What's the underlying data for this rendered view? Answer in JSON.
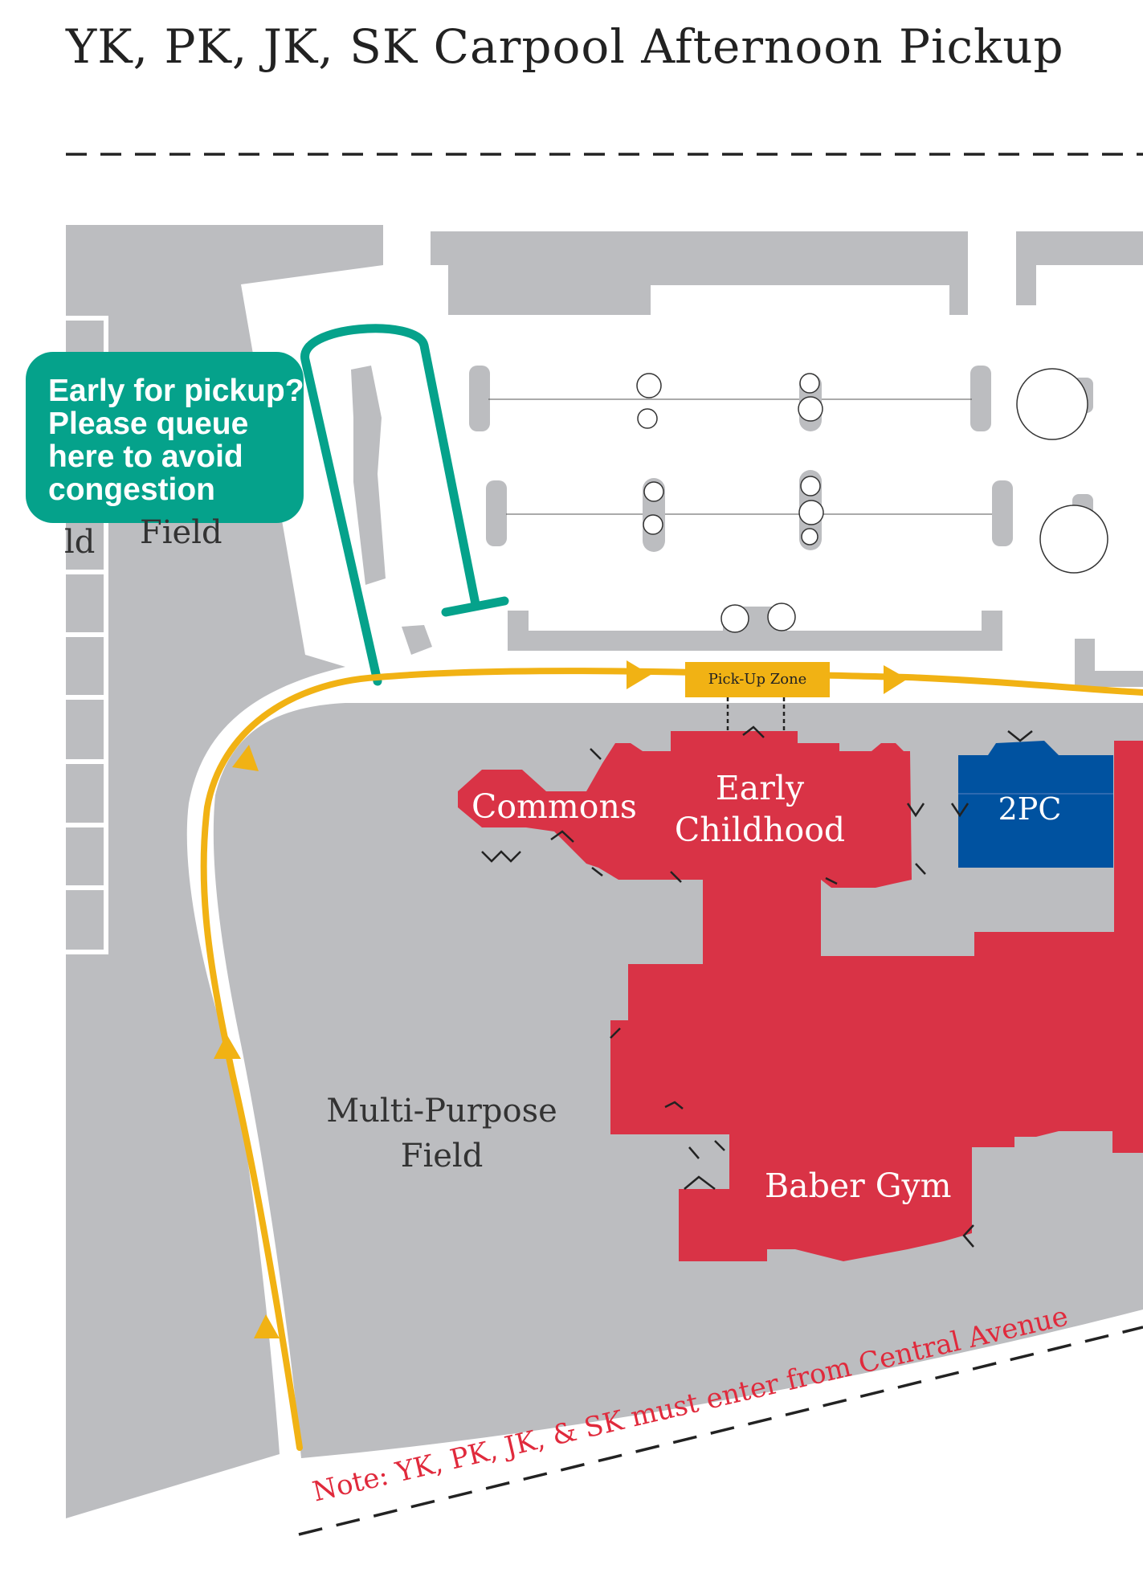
{
  "title": "YK, PK, JK, SK Carpool Afternoon Pickup",
  "callout": {
    "lines": [
      "Early for pickup?",
      "Please queue",
      "here to avoid",
      "congestion"
    ]
  },
  "labels": {
    "field_partial_left": "ld",
    "field_partial": "Field",
    "commons": "Commons",
    "early_childhood_line1": "Early",
    "early_childhood_line2": "Childhood",
    "two_pc": "2PC",
    "multi_purpose_line1": "Multi-Purpose",
    "multi_purpose_line2": "Field",
    "baber_gym": "Baber Gym",
    "pickup_zone": "Pick-Up Zone"
  },
  "note": "Note: YK, PK, JK, & SK must enter from Central Avenue",
  "colors": {
    "ground_gray": "#bcbdc0",
    "building_red": "#d93346",
    "building_blue": "#0052a0",
    "route_yellow": "#f1b214",
    "queue_teal": "#05a28b",
    "note_red": "#e02a3c"
  }
}
